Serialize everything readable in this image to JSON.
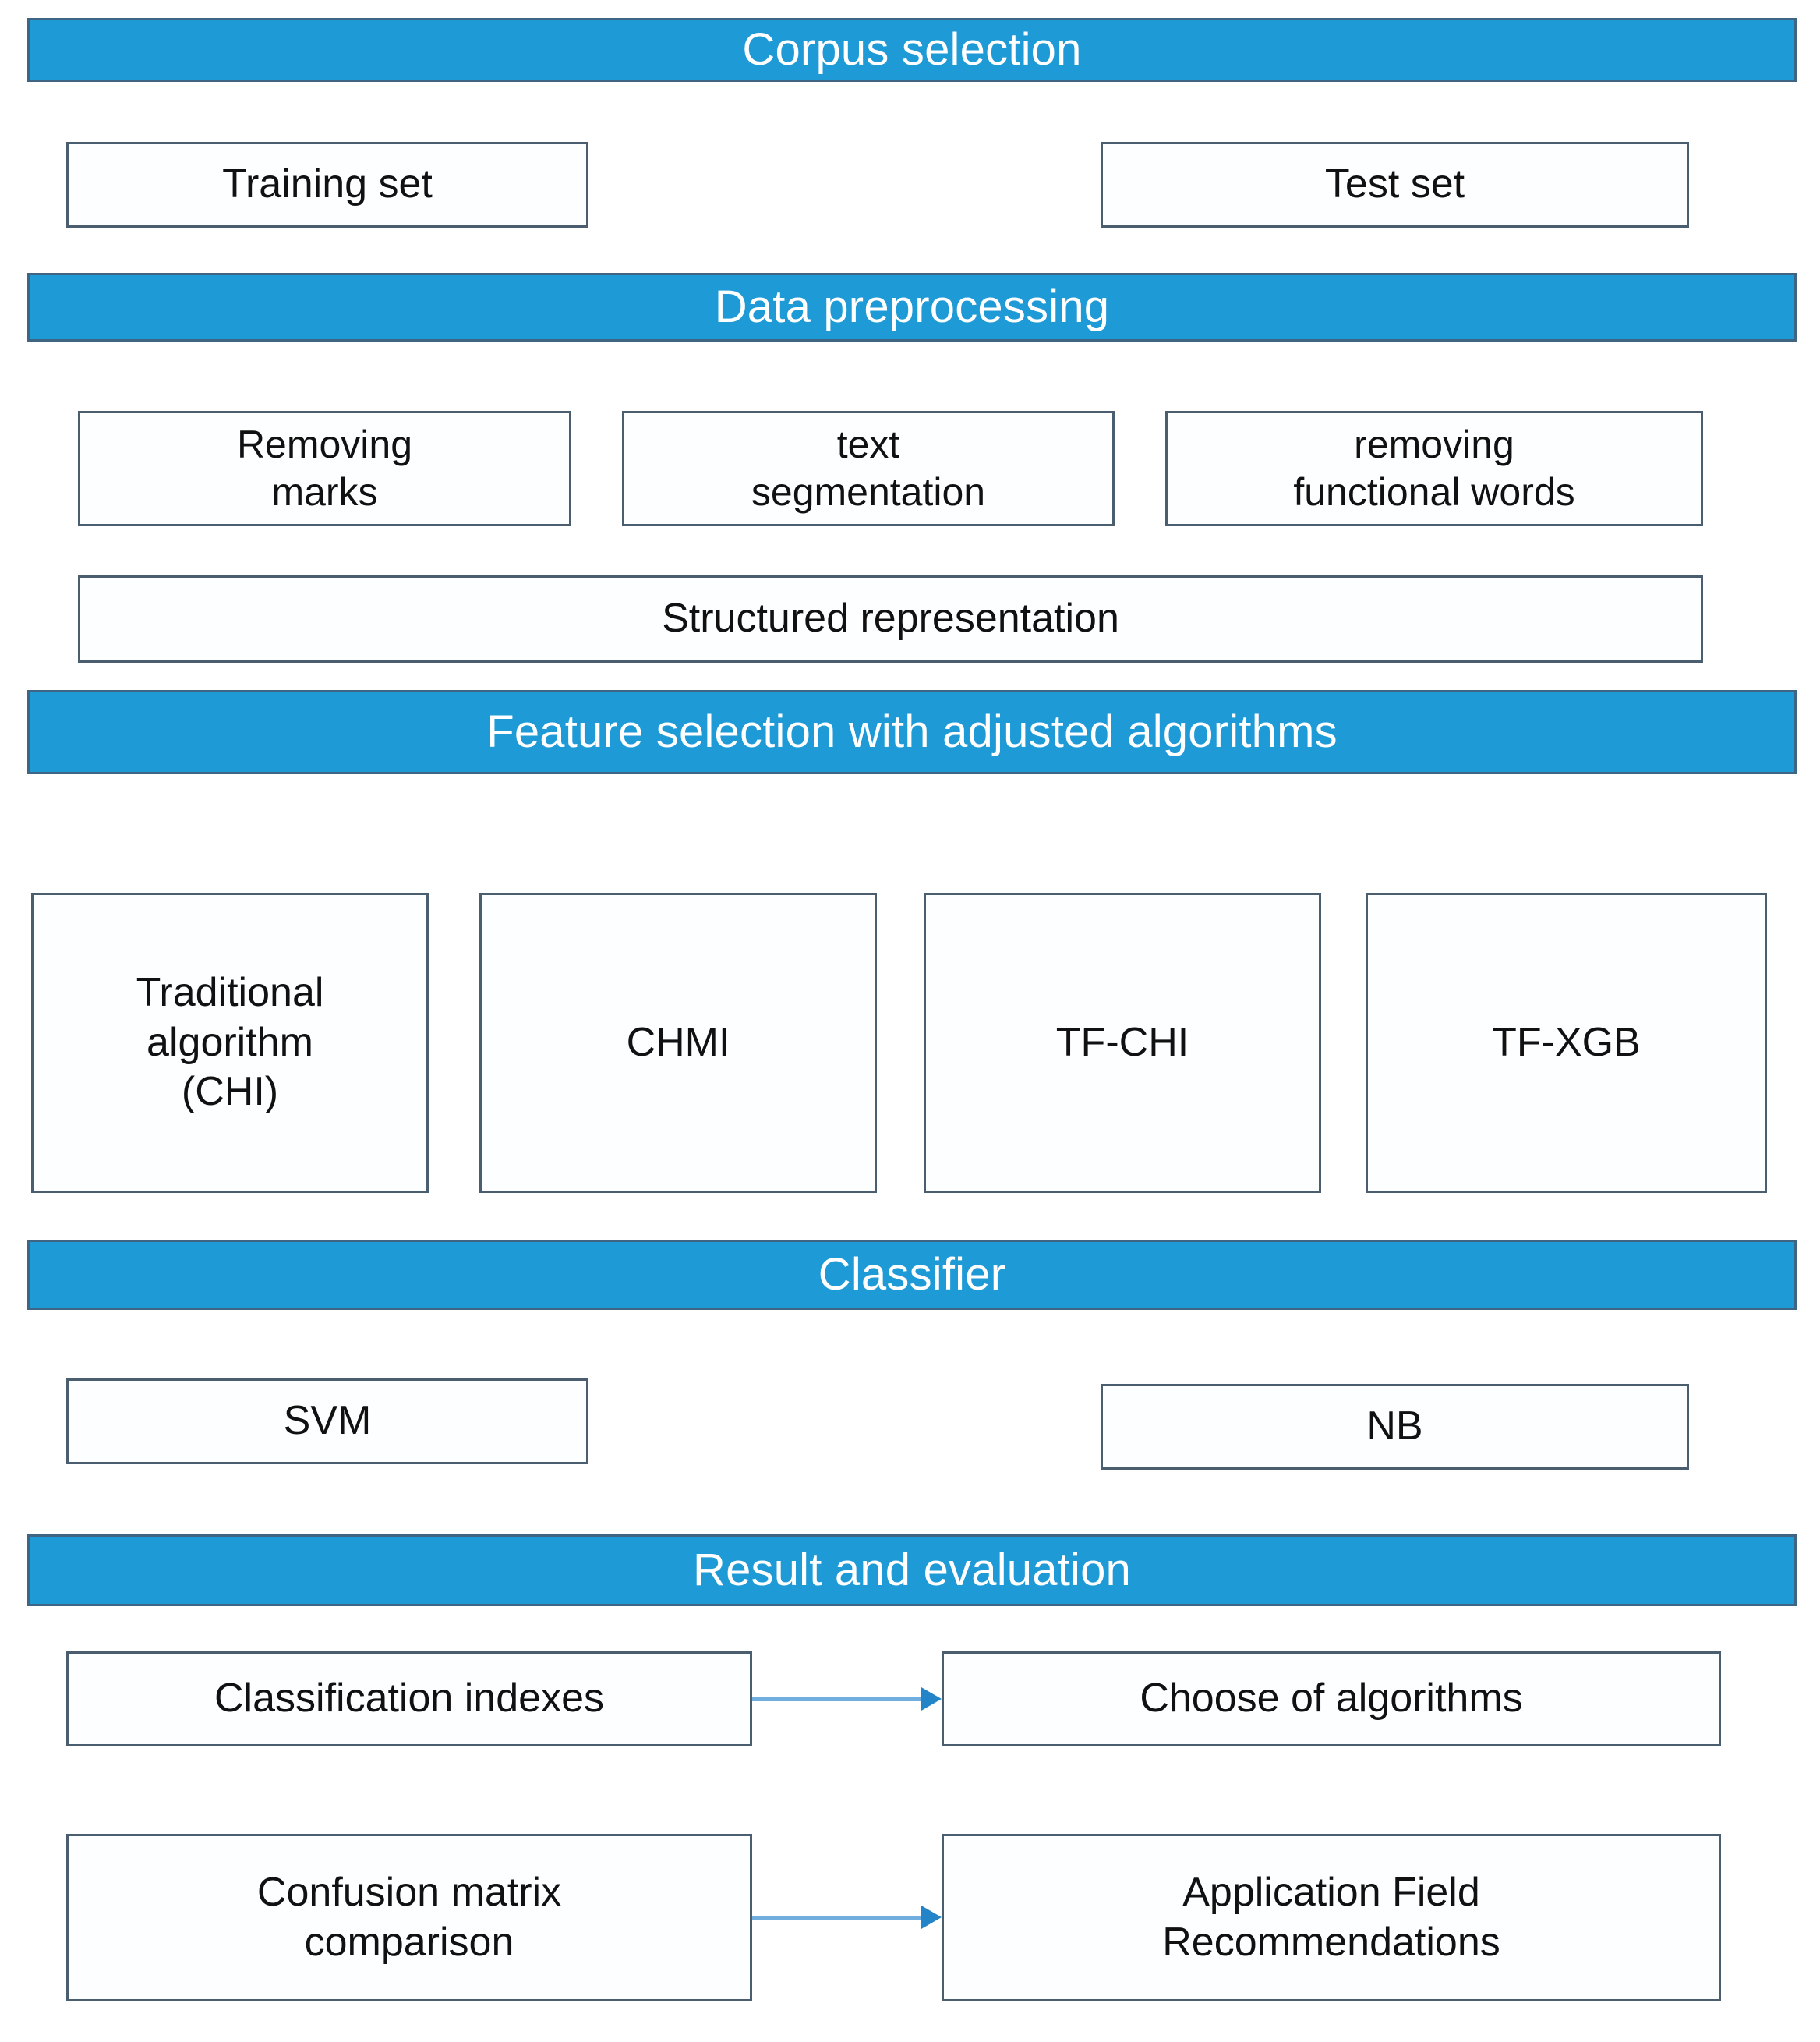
{
  "theme": {
    "band_fill": "#1E9AD6",
    "band_border": "#3F6582",
    "node_fill": "#FDFEFF",
    "node_border": "#4A5E70",
    "band_text": "#FFFFFF",
    "node_text": "#111111",
    "arrow_shaft": "#6FAEDE",
    "arrow_head": "#2384C8"
  },
  "sections": {
    "corpus": {
      "band_label": "Corpus selection",
      "training_label": "Training set",
      "test_label": "Test set"
    },
    "preprocessing": {
      "band_label": "Data preprocessing",
      "removing_marks_label": "Removing\nmarks",
      "text_segmentation_label": "text\nsegmentation",
      "removing_functional_words_label": "removing\nfunctional words",
      "structured_representation_label": "Structured  representation"
    },
    "feature_selection": {
      "band_label": "Feature selection with adjusted algorithms",
      "algorithms": [
        {
          "label": "Traditional\nalgorithm\n(CHI)"
        },
        {
          "label": "CHMI"
        },
        {
          "label": "TF-CHI"
        },
        {
          "label": "TF-XGB"
        }
      ]
    },
    "classifier": {
      "band_label": "Classifier",
      "svm_label": "SVM",
      "nb_label": "NB"
    },
    "result": {
      "band_label": "Result and evaluation",
      "classification_indexes_label": "Classification indexes",
      "choose_of_algorithms_label": "Choose of algorithms",
      "confusion_matrix_label": "Confusion matrix\ncomparison",
      "application_field_label": "Application Field\nRecommendations"
    }
  }
}
